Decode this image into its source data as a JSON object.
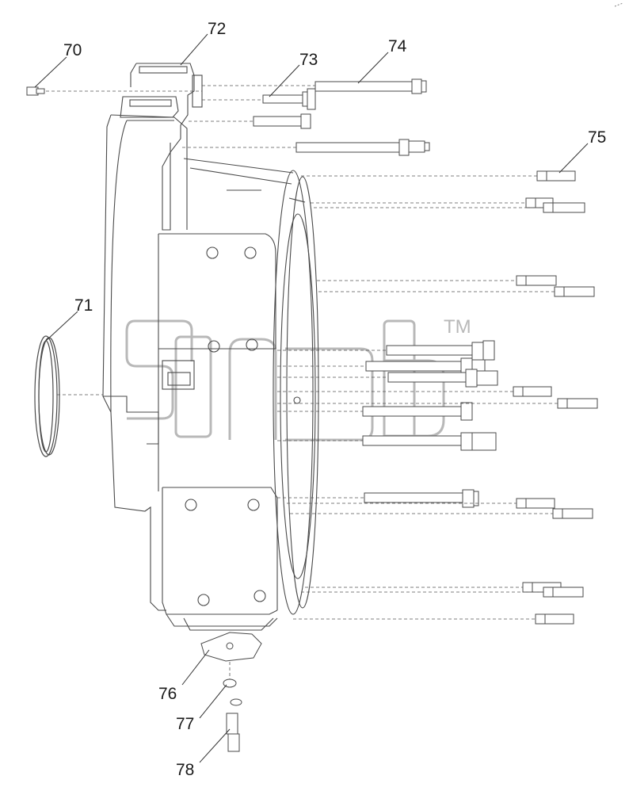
{
  "diagram": {
    "callouts": [
      "70",
      "71",
      "72",
      "73",
      "74",
      "75",
      "76",
      "77",
      "78"
    ],
    "watermark": {
      "text": "sinotruk",
      "mark": "TM"
    },
    "colors": {
      "line": "#4a4a4a",
      "leader": "#555555",
      "watermark": "#b8b8b8",
      "background": "#ffffff"
    }
  }
}
